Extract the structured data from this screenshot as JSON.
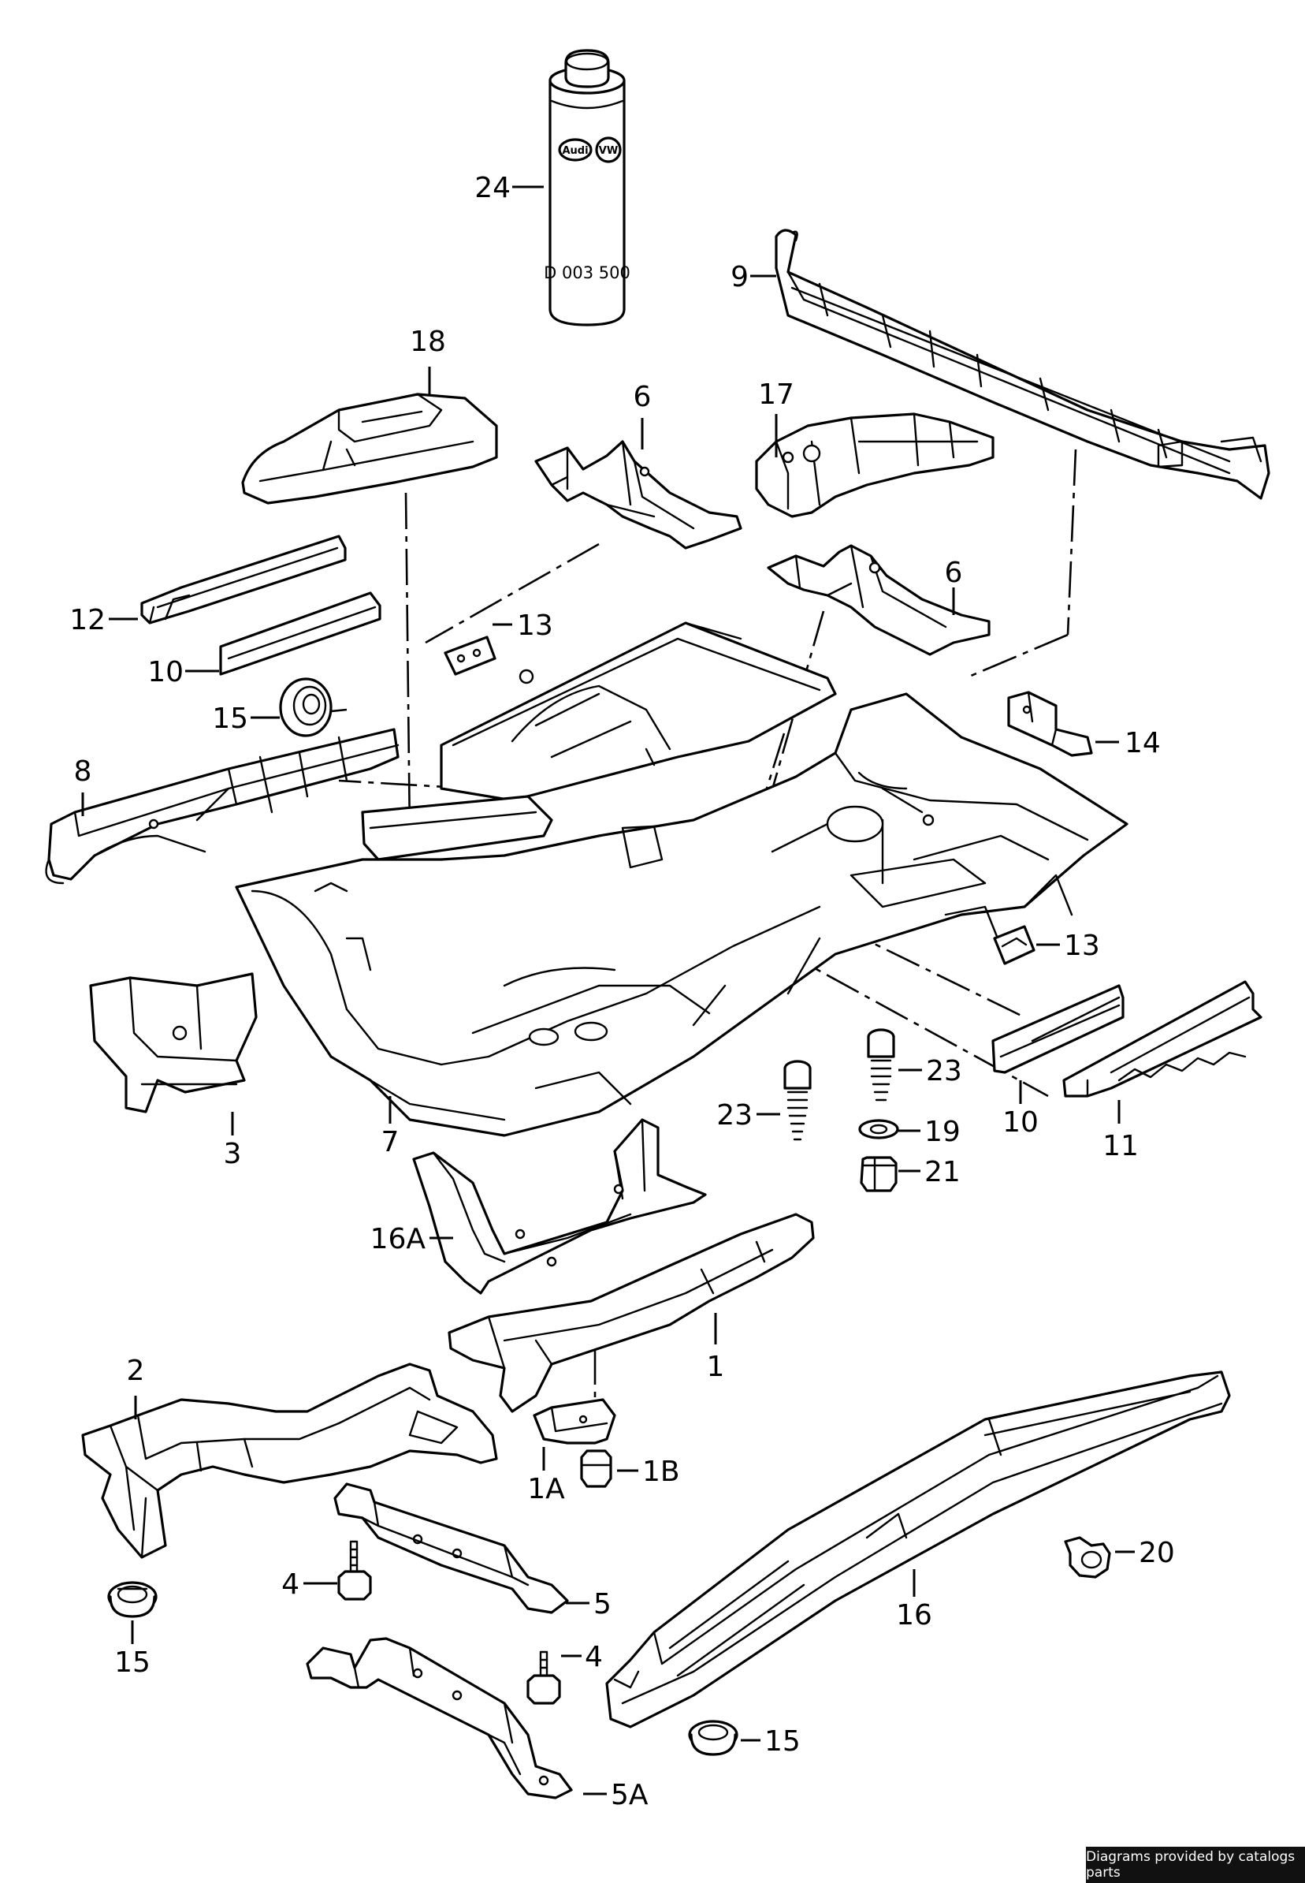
{
  "labels": {
    "p24": "24",
    "p9": "9",
    "p18": "18",
    "p6a": "6",
    "p17": "17",
    "p6b": "6",
    "p12": "12",
    "p13a": "13",
    "p10a": "10",
    "p15a": "15",
    "p14": "14",
    "p8": "8",
    "p13b": "13",
    "p3": "3",
    "p7": "7",
    "p23a": "23",
    "p23b": "23",
    "p10b": "10",
    "p11": "11",
    "p19": "19",
    "p21": "21",
    "p16A": "16A",
    "p1": "1",
    "p2": "2",
    "p1A": "1A",
    "p1B": "1B",
    "p20": "20",
    "p4a": "4",
    "p5": "5",
    "p15b": "15",
    "p4b": "4",
    "p16": "16",
    "p15c": "15",
    "p5A": "5A"
  },
  "can": {
    "code": "D 003 500",
    "logo_left": "Audi",
    "logo_right": "VW"
  },
  "credit": "Diagrams provided by catalogs parts"
}
